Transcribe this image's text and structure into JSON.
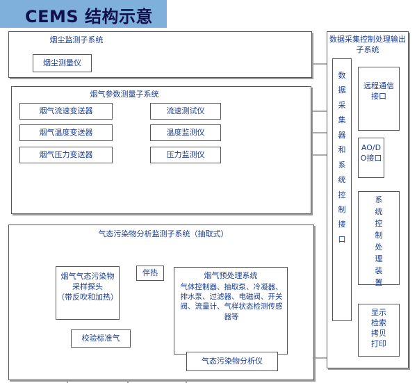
{
  "title": "CEMS 结构示意",
  "dust_subsystem": {
    "title": "烟尘监测子系统",
    "meter": "烟尘测量仪"
  },
  "flue_param_subsystem": {
    "title": "烟气参数测量子系统",
    "rows": [
      {
        "transmitter": "烟气流速变送器",
        "instrument": "流速测试仪"
      },
      {
        "transmitter": "烟气温度变送器",
        "instrument": "温度监测仪"
      },
      {
        "transmitter": "烟气压力变送器",
        "instrument": "压力监测仪"
      }
    ]
  },
  "gas_subsystem": {
    "title": "气态污染物分析监测子系统（抽取式）",
    "probe": "烟气气态污染物\n采样探头\n（带反吹和加热）",
    "heat_tracing": "伴热",
    "pretreatment_title": "烟气预处理系统",
    "pretreatment_detail": "气体控制器、抽取泵、冷凝器、\n排水泵、过滤器、电磁阀、开关\n阀、流量计、气样状态检测传感\n器等",
    "calibration_gas": "校验标准气",
    "analyzer": "气态污染物分析仪"
  },
  "daq_system": {
    "title": "数据采集控制处理输出\n子系统",
    "collector": "数\n据\n采\n集\n器\n和\n系\n统\n控\n制\n接\n口",
    "remote": "远程通信\n接口",
    "aodo": "AO/D\nO接口",
    "control": "系\n统\n控\n制\n处\n理\n装\n置",
    "display": "显示\n检索\n拷贝\n打印"
  },
  "colors": {
    "title_banner": "#7fb0dc",
    "text": "#1a3d8f",
    "line": "#555555"
  }
}
